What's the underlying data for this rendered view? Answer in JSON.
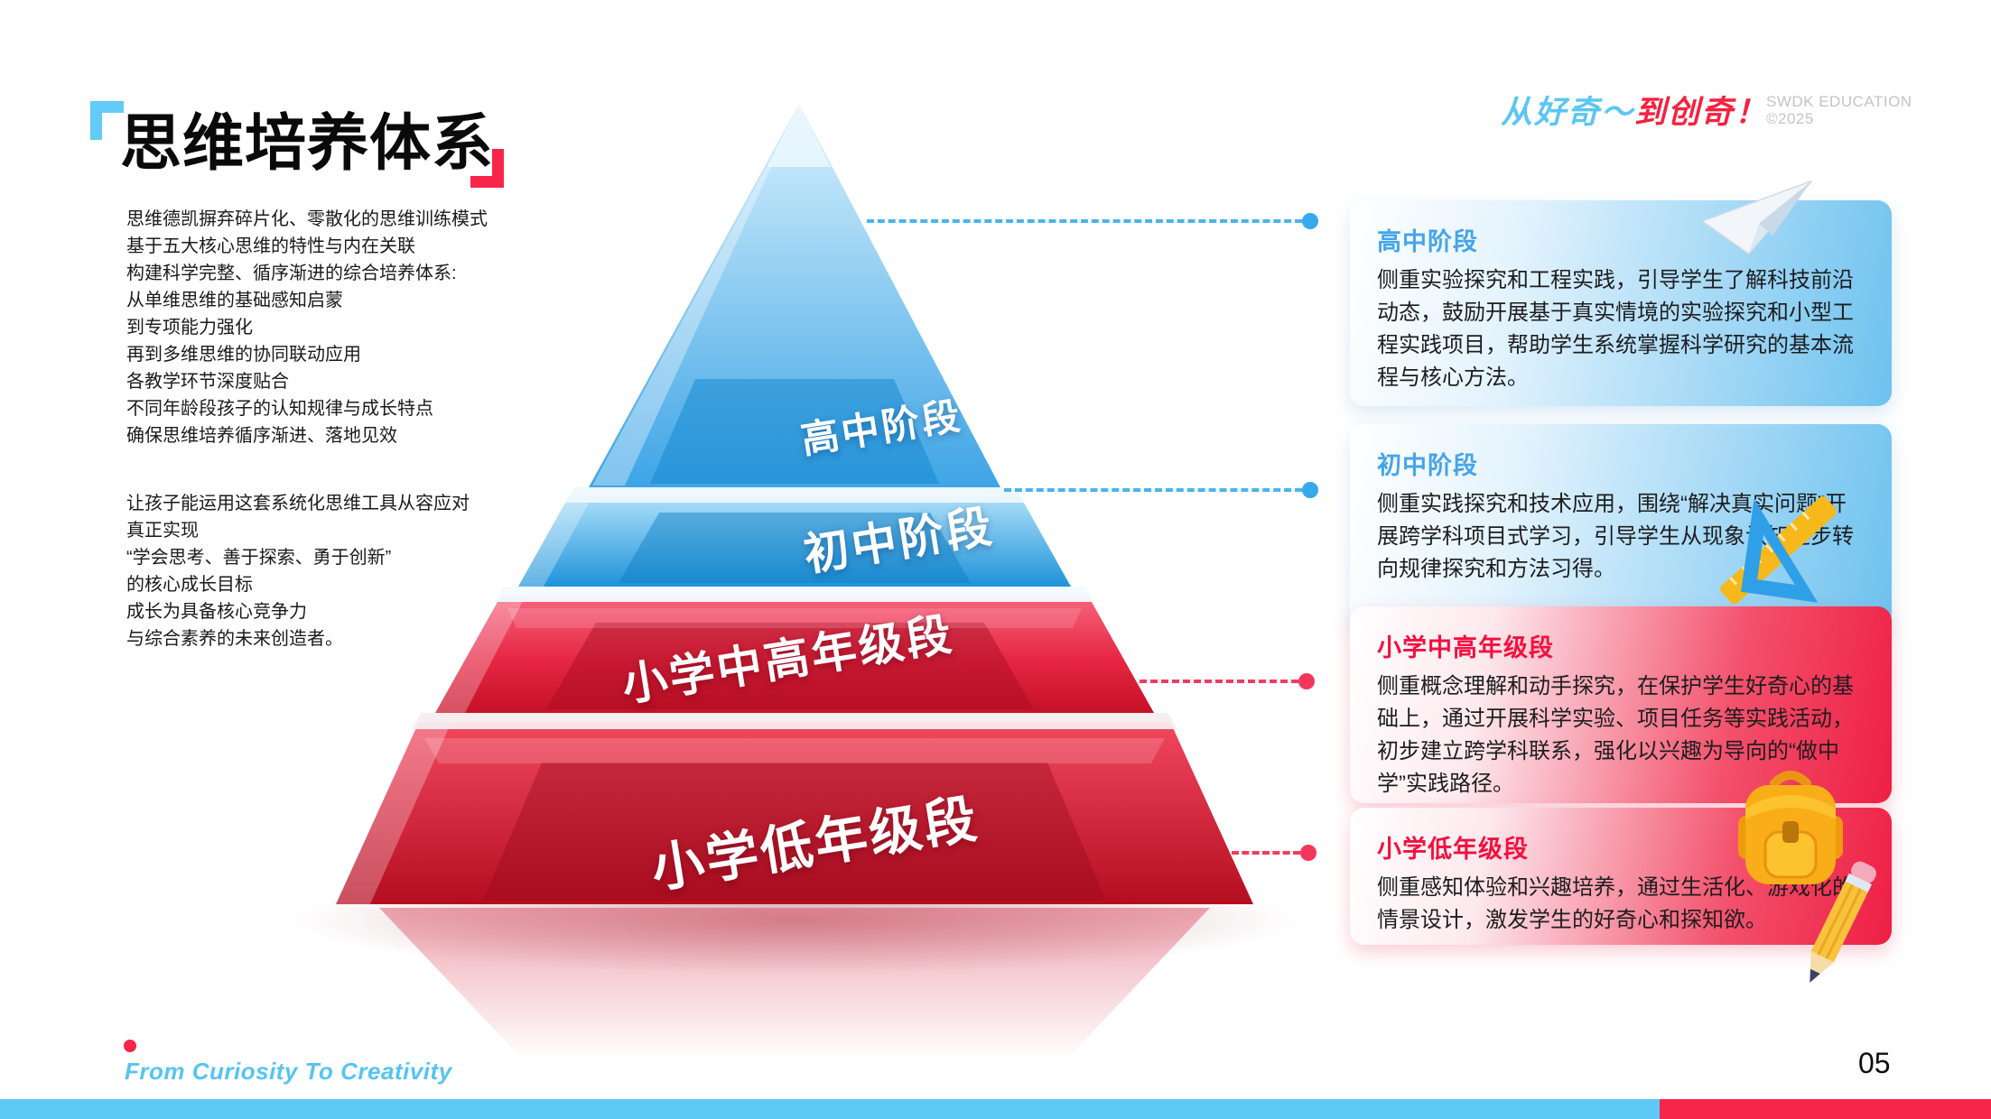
{
  "header": {
    "title": "思维培养体系",
    "slogan": {
      "blue": "从好奇～",
      "red": "到创奇！"
    },
    "brand": {
      "line1": "SWDK EDUCATION",
      "line2": "©2025"
    }
  },
  "intro": {
    "para1": [
      "思维德凯摒弃碎片化、零散化的思维训练模式",
      "基于五大核心思维的特性与内在关联",
      "构建科学完整、循序渐进的综合培养体系:",
      "从单维思维的基础感知启蒙",
      "到专项能力强化",
      "再到多维思维的协同联动应用",
      "各教学环节深度贴合",
      "不同年龄段孩子的认知规律与成长特点",
      "确保思维培养循序渐进、落地见效"
    ],
    "para2": [
      "让孩子能运用这套系统化思维工具从容应对",
      "真正实现",
      "“学会思考、善于探索、勇于创新”",
      "的核心成长目标",
      "成长为具备核心竞争力",
      "与综合素养的未来创造者。"
    ]
  },
  "pyramid": {
    "tiers": [
      {
        "label": "高中阶段",
        "theme": "blue"
      },
      {
        "label": "初中阶段",
        "theme": "blue"
      },
      {
        "label": "小学中高年级段",
        "theme": "red"
      },
      {
        "label": "小学低年级段",
        "theme": "red"
      }
    ]
  },
  "cards": [
    {
      "title": "高中阶段",
      "body": "侧重实验探究和工程实践，引导学生了解科技前沿动态，鼓励开展基于真实情境的实验探究和小型工程实践项目，帮助学生系统掌握科学研究的基本流程与核心方法。",
      "icon": "paper-plane-icon",
      "theme": "blue"
    },
    {
      "title": "初中阶段",
      "body": "侧重实践探究和技术应用，围绕“解决真实问题”开展跨学科项目式学习，引导学生从现象认知逐步转向规律探究和方法习得。",
      "icon": "set-square-icon",
      "theme": "blue"
    },
    {
      "title": "小学中高年级段",
      "body": "侧重概念理解和动手探究，在保护学生好奇心的基础上，通过开展科学实验、项目任务等实践活动，初步建立跨学科联系，强化以兴趣为导向的“做中学”实践路径。",
      "icon": "backpack-icon",
      "theme": "red"
    },
    {
      "title": "小学低年级段",
      "body": "侧重感知体验和兴趣培养，通过生活化、游戏化的情景设计，激发学生的好奇心和探知欲。",
      "icon": "pencil-icon",
      "theme": "red"
    }
  ],
  "footer": {
    "tagline": "From Curiosity To Creativity",
    "page_number": "05"
  },
  "colors": {
    "accent_blue": "#5BC8F5",
    "accent_red": "#F8254B",
    "card_title_blue": "#45A5E9",
    "card_title_red": "#F50F3E",
    "pyramid_blue": "#2E9FE2",
    "pyramid_red": "#D01226",
    "brand_gray": "#C2C4C6"
  }
}
